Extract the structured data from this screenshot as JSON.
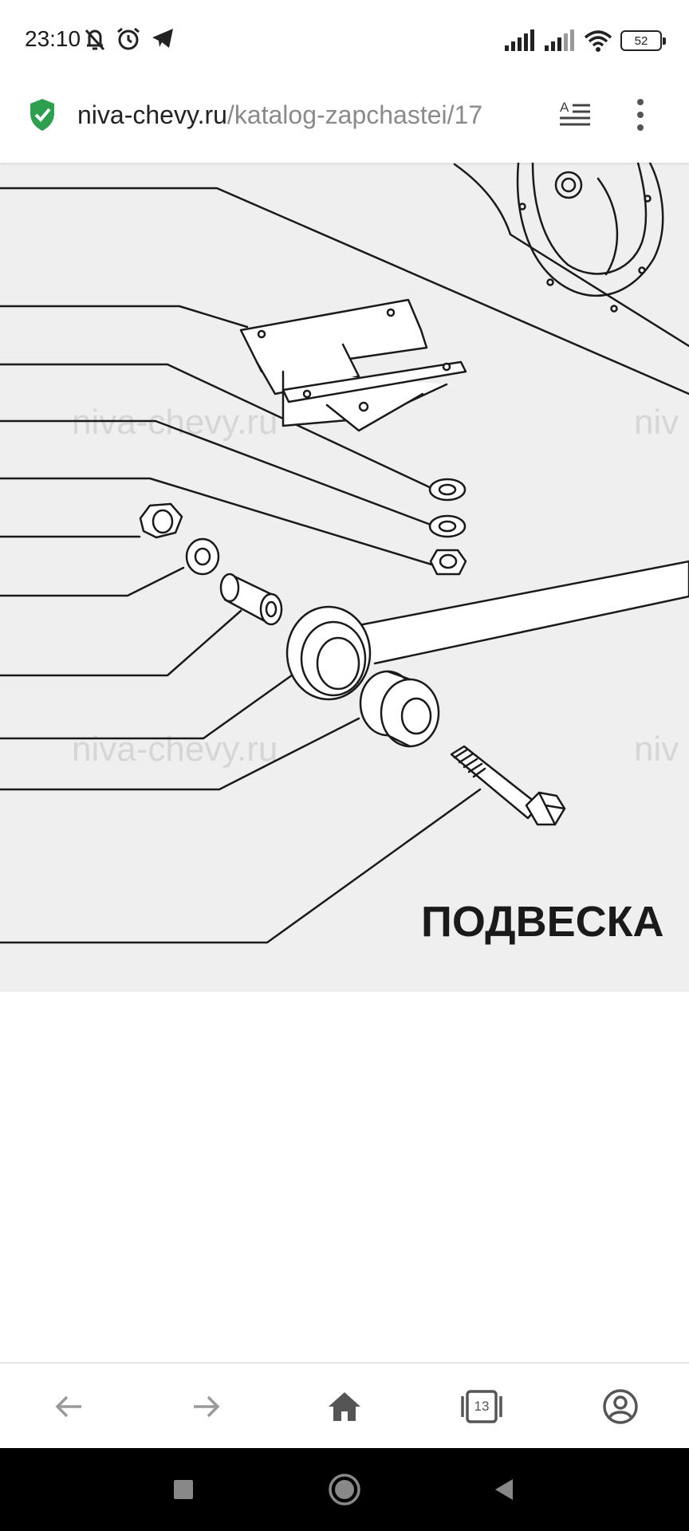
{
  "status_bar": {
    "time": "23:10",
    "battery_level": "52",
    "left_icons": [
      "muted-bell-icon",
      "alarm-icon",
      "telegram-icon"
    ],
    "right_icons": [
      "signal-icon",
      "signal-icon",
      "wifi-icon",
      "battery-icon"
    ]
  },
  "address_bar": {
    "domain": "niva-chevy.ru",
    "path": "/katalog-zapchastei/17",
    "secure": true,
    "accent_color": "#2e9e4f"
  },
  "diagram": {
    "heading": "ПОДВЕСКА",
    "watermark": "niva-chevy.ru",
    "watermark_partial": "niv"
  },
  "toolbar": {
    "tab_count": "13",
    "buttons": [
      "back-arrow-icon",
      "forward-arrow-icon",
      "home-icon",
      "tabs-icon",
      "account-icon"
    ]
  },
  "nav_bar": {
    "buttons": [
      "recents-square-icon",
      "home-circle-icon",
      "back-triangle-icon"
    ]
  }
}
